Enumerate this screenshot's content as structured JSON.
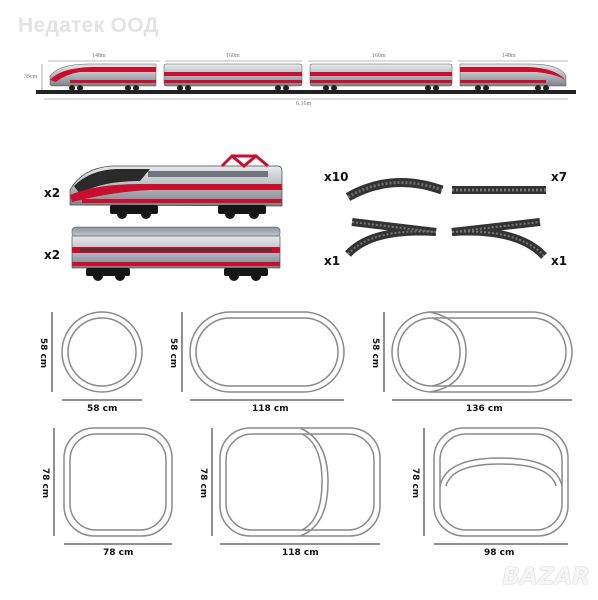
{
  "watermark": "Недатек ООД",
  "train_strip": {
    "height_label": "35cm",
    "car_lengths": [
      "148m",
      "160m",
      "160m",
      "148m"
    ],
    "total_length": "6.16m"
  },
  "parts": {
    "locomotive_qty": "x2",
    "passenger_car_qty": "x2",
    "curved_track_qty": "x10",
    "straight_track_qty": "x7",
    "left_switch_qty": "x1",
    "right_switch_qty": "x1"
  },
  "layouts": [
    {
      "width": "58 cm",
      "height": "58 cm"
    },
    {
      "width": "118 cm",
      "height": "58 cm"
    },
    {
      "width": "136 cm",
      "height": "58 cm"
    },
    {
      "width": "78 cm",
      "height": "78 cm"
    },
    {
      "width": "118 cm",
      "height": "78 cm"
    },
    {
      "width": "98 cm",
      "height": "78 cm"
    }
  ],
  "bazar_logo": "BAZAR",
  "colors": {
    "train_red": "#c8102e",
    "train_silver": "#b9bcc2",
    "track_gray": "#8a8a8a"
  }
}
